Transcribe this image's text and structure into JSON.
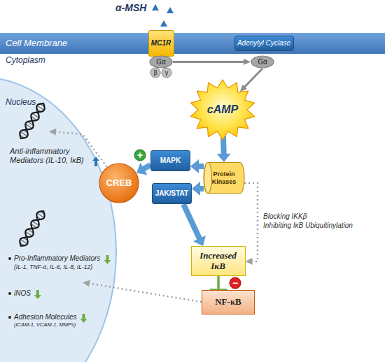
{
  "diagram": {
    "nodes": [
      {
        "text": [
          "Cell Membrane"
        ]
      },
      {
        "text": [
          "MC1R"
        ],
        "in": 0
      },
      {
        "text": [
          "Adenylyl Cyclase"
        ],
        "in": 0
      },
      {
        "text": [
          "Gα"
        ]
      },
      {
        "text": [
          "Gα"
        ]
      },
      {
        "text": [
          "cAMP"
        ]
      },
      {
        "text": [
          "Nucleus"
        ]
      },
      {
        "text": [
          "Protein Kinases"
        ]
      },
      {
        "text": [
          "MAPK"
        ]
      },
      {
        "text": [
          "JAK/STAT"
        ]
      },
      {
        "text": [
          "CREB"
        ]
      },
      {
        "text": [
          "Increased IκB"
        ]
      },
      {
        "text": [
          "NF-κB"
        ]
      }
    ],
    "edges": [
      {
        "from": 3,
        "to": 4,
        "arrow": "to"
      },
      {
        "from": 4,
        "to": 5,
        "arrow": "to"
      },
      {
        "from": 5,
        "to": 7,
        "arrow": "to"
      },
      {
        "from": 7,
        "to": 8,
        "arrow": "to"
      },
      {
        "from": 7,
        "to": 9,
        "arrow": "to"
      },
      {
        "from": 8,
        "to": 10,
        "arrow": "to"
      },
      {
        "from": 9,
        "to": 11,
        "arrow": "to"
      },
      {
        "from": 7,
        "to": 11,
        "arrow": "to"
      },
      {
        "from": 11,
        "to": 12,
        "arrow": "to"
      },
      {
        "from": 10,
        "to": 6,
        "arrow": "to"
      },
      {
        "from": 12,
        "to": 6,
        "arrow": "to"
      }
    ],
    "labels": [
      "α-MSH",
      "Cytoplasm",
      "β",
      "γ",
      "+",
      "Blocking IKKβ",
      "Inhibiting IκB Ubiquitinylation",
      "−",
      "Anti-inflammatory Mediators (IL-10, IκB)",
      "Pro-Inflammatory Mediators",
      "(IL-1, TNF-α, IL-6, IL-8, IL-12)",
      "iNOS",
      "Adhesion Molecules",
      "(ICAM-1, VCAM-1, MMPs)"
    ]
  }
}
